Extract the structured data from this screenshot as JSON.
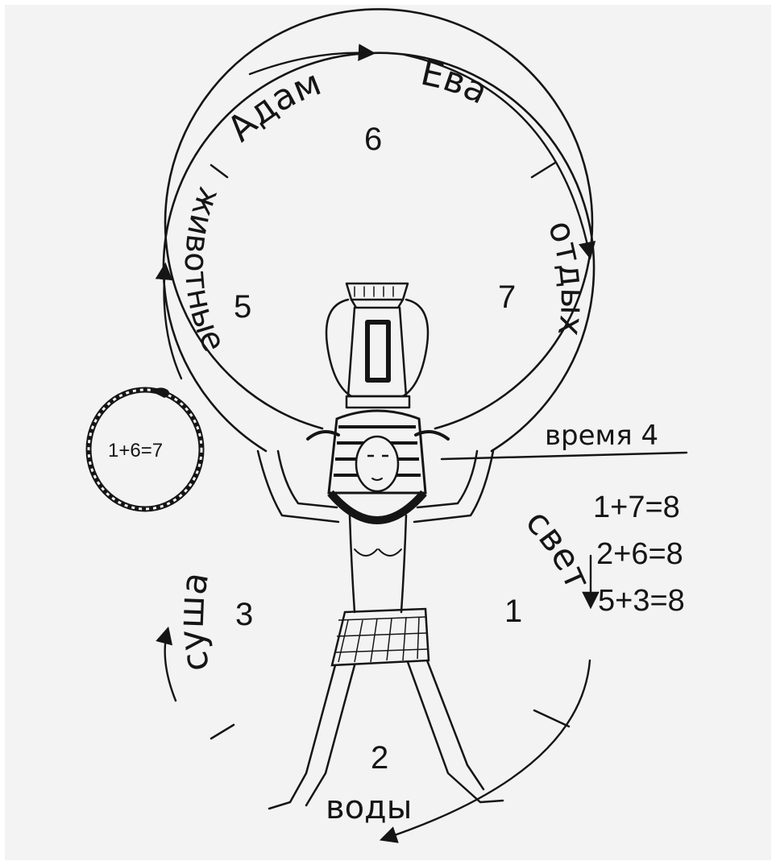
{
  "diagram": {
    "upper_circle": {
      "sectors": [
        {
          "number": "6",
          "words": [
            "Адам",
            "Ева"
          ]
        },
        {
          "number": "7",
          "words": [
            "отдых"
          ]
        },
        {
          "number": "5",
          "words": [
            "животные"
          ]
        }
      ]
    },
    "lower_circle": {
      "sectors": [
        {
          "number": "1",
          "words": [
            "свет"
          ]
        },
        {
          "number": "2",
          "words": [
            "воды"
          ]
        },
        {
          "number": "3",
          "words": [
            "суша"
          ]
        }
      ]
    },
    "time_label": "время 4",
    "ouroboros_equation": "1+6=7",
    "equations": [
      "1+7=8",
      "2+6=8",
      "5+3=8"
    ]
  }
}
